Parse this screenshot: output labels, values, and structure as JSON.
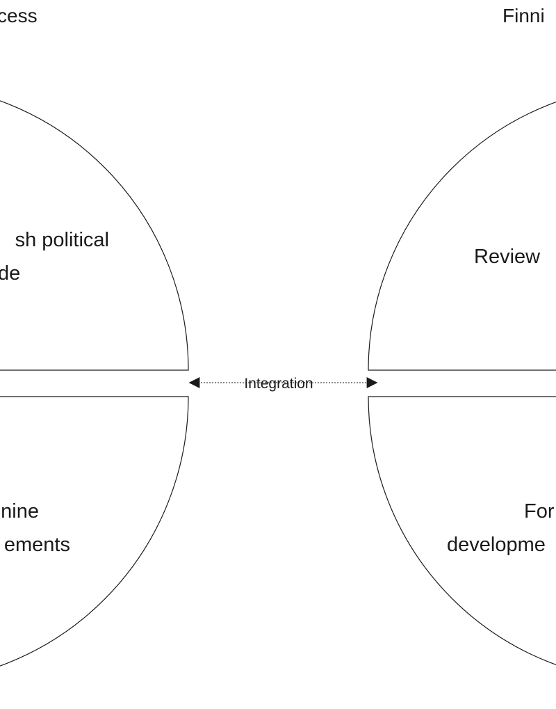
{
  "headings": {
    "left": "cess",
    "right": "Finni"
  },
  "quadrants": {
    "top_left": [
      "sh political",
      "de"
    ],
    "bottom_left": [
      "nine",
      "ements"
    ],
    "top_right": [
      "Review"
    ],
    "bottom_right": [
      "For",
      "developme"
    ]
  },
  "connector": {
    "label": "Integration"
  },
  "colors": {
    "stroke": "#1a1a1a",
    "background": "#ffffff"
  }
}
